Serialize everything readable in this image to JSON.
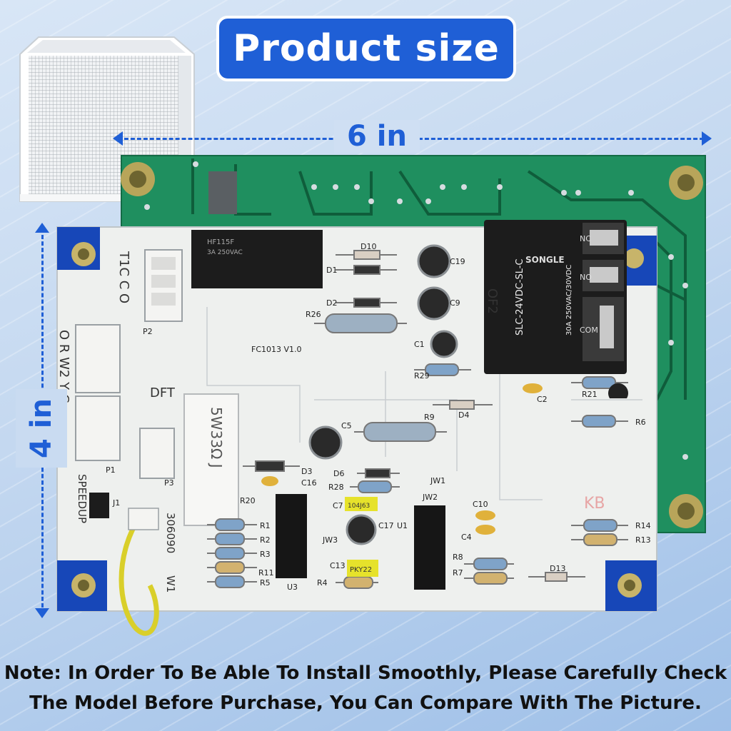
{
  "title": "Product size",
  "dimensions": {
    "width_label": "6 in",
    "height_label": "4 in"
  },
  "note": {
    "line1": "Note: In Order To Be Able To Install Smoothly, Please Carefully Check",
    "line2": "The Model Before Purchase, You Can Compare With The Picture."
  },
  "board": {
    "model": "FC1013 V1.0",
    "connectors": {
      "p2": "T1C C O",
      "p1": "O R W2 Y C",
      "dft": "DFT",
      "speedup": "SPEEDUP",
      "w1": "306090",
      "w1_label": "W1"
    },
    "relay_main": {
      "brand": "SONGLE",
      "model": "SLC-24VDC-SL-C",
      "rating": "30A 250VAC/30VDC",
      "terminals": [
        "NC",
        "NO",
        "COM"
      ]
    },
    "relay_small": {
      "model": "HF115F",
      "rating": "3A 250VAC"
    },
    "resistor_block": "5W33Ω J",
    "marks": {
      "of2": "OF2",
      "kb": "KB",
      "c7": "104J63",
      "c13": "PKY22"
    },
    "refs": [
      "D10",
      "D1",
      "D2",
      "R26",
      "C19",
      "C9",
      "C1",
      "R29",
      "R21",
      "C2",
      "D4",
      "R9",
      "R6",
      "C5",
      "D3",
      "C16",
      "D6",
      "R28",
      "JW1",
      "JW2",
      "R20",
      "C7",
      "C17",
      "C10",
      "C4",
      "R14",
      "R13",
      "JW3",
      "C13",
      "R8",
      "R7",
      "D13",
      "R1",
      "R2",
      "R3",
      "R11",
      "R5",
      "R4",
      "U3",
      "U1",
      "P1",
      "P2",
      "P3",
      "J1"
    ]
  },
  "colors": {
    "accent": "#1f5fd6",
    "pcb_green": "#1f8f5f",
    "pcb_white": "#eef0ee",
    "relay_black": "#1c1c1c"
  }
}
